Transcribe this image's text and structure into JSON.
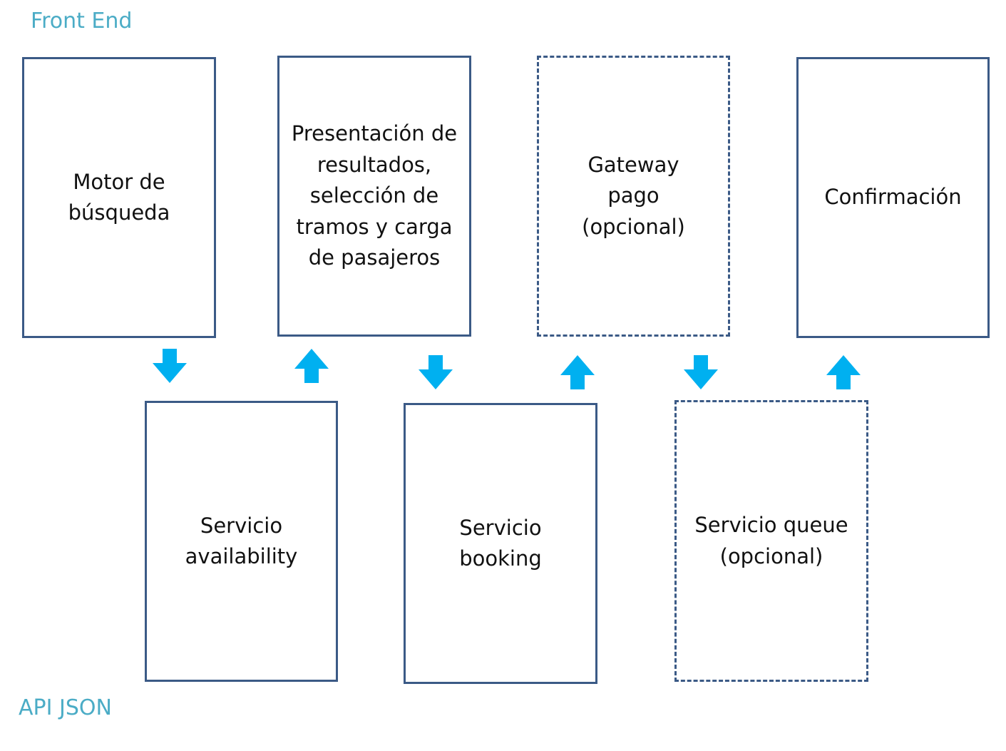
{
  "labels": {
    "front_end": "Front End",
    "api_json": "API JSON"
  },
  "front_end_boxes": [
    {
      "id": "motor",
      "text": "Motor de\nbúsqueda",
      "optional": false
    },
    {
      "id": "presentacion",
      "text": "Presentación de\nresultados,\nselección de\ntramos y carga\nde pasajeros",
      "optional": false
    },
    {
      "id": "gateway",
      "text": "Gateway\npago\n(opcional)",
      "optional": true
    },
    {
      "id": "confirmacion",
      "text": "Confirmación",
      "optional": false
    }
  ],
  "api_boxes": [
    {
      "id": "availability",
      "text": "Servicio\navailability",
      "optional": false
    },
    {
      "id": "booking",
      "text": "Servicio\nbooking",
      "optional": false
    },
    {
      "id": "queue",
      "text": "Servicio queue\n(opcional)",
      "optional": true
    }
  ],
  "arrows": [
    {
      "from": "motor",
      "to": "availability",
      "direction": "down"
    },
    {
      "from": "availability",
      "to": "presentacion",
      "direction": "up"
    },
    {
      "from": "presentacion",
      "to": "booking",
      "direction": "down"
    },
    {
      "from": "booking",
      "to": "gateway",
      "direction": "up"
    },
    {
      "from": "gateway",
      "to": "queue",
      "direction": "down"
    },
    {
      "from": "queue",
      "to": "confirmacion",
      "direction": "up"
    }
  ],
  "colors": {
    "layer_label": "#4bacc6",
    "box_border": "#3b5a86",
    "arrow": "#00b0f0",
    "text": "#111111"
  }
}
